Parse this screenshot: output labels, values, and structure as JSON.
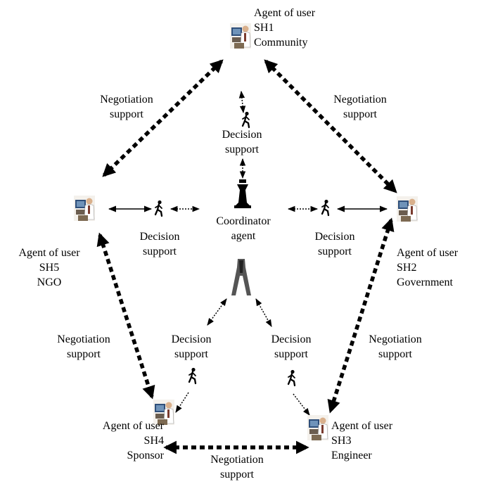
{
  "labels": {
    "sh1": [
      "Agent of user",
      "SH1",
      "Community"
    ],
    "sh2": [
      "Agent of user",
      "SH2",
      "Government"
    ],
    "sh3": [
      "Agent of user",
      "SH3",
      "Engineer"
    ],
    "sh4": [
      "Agent of user",
      "SH4",
      "Sponsor"
    ],
    "sh5": [
      "Agent of user",
      "SH5",
      "NGO"
    ],
    "coordinator": [
      "Coordinator",
      "agent"
    ],
    "neg_sh1_sh5": [
      "Negotiation",
      "support"
    ],
    "neg_sh1_sh2": [
      "Negotiation",
      "support"
    ],
    "neg_sh5_sh4": [
      "Negotiation",
      "support"
    ],
    "neg_sh2_sh3": [
      "Negotiation",
      "support"
    ],
    "neg_sh4_sh3": [
      "Negotiation",
      "support"
    ],
    "dec_top": [
      "Decision",
      "support"
    ],
    "dec_left": [
      "Decision",
      "support"
    ],
    "dec_right": [
      "Decision",
      "support"
    ],
    "dec_lower_left": [
      "Decision",
      "support"
    ],
    "dec_lower_right": [
      "Decision",
      "support"
    ]
  },
  "icons": {
    "user_agent": "user-at-computer-icon",
    "decision_agent": "running-person-icon",
    "coordinator_top": "chess-piece-icon",
    "coordinator_bottom": "tower-icon"
  },
  "colors": {
    "line": "#000000",
    "background": "#ffffff"
  }
}
